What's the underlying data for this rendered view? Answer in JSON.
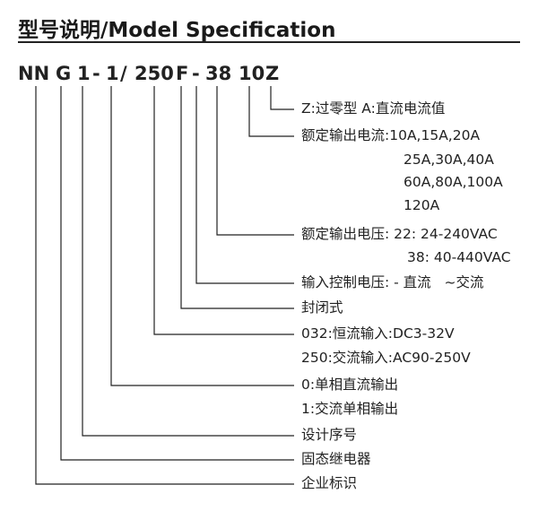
{
  "title": "型号说明/Model Specification",
  "code": {
    "nn": "NN",
    "g": "G",
    "one_a": "1",
    "dash1": "-",
    "one_b": "1",
    "slash": "/",
    "v250": "250",
    "f": "F",
    "dash2": "-",
    "v38": "38",
    "v10": "10",
    "z": "Z"
  },
  "labels": {
    "zero_cross": "Z:过零型 A:直流电流值",
    "current_1": "额定输出电流:10A,15A,20A",
    "current_2": "25A,30A,40A",
    "current_3": "60A,80A,100A",
    "current_4": "120A",
    "voltage_1": "额定输出电压: 22: 24-240VAC",
    "voltage_2": "38: 40-440VAC",
    "control": "输入控制电压: - 直流   ~交流",
    "package": "封闭式",
    "input_1": "032:恒流输入:DC3-32V",
    "input_2": "250:交流输入:AC90-250V",
    "output_1": "0:单相直流输出",
    "output_2": "1:交流单相输出",
    "design_no": "设计序号",
    "ssr": "固态继电器",
    "company": "企业标识"
  }
}
